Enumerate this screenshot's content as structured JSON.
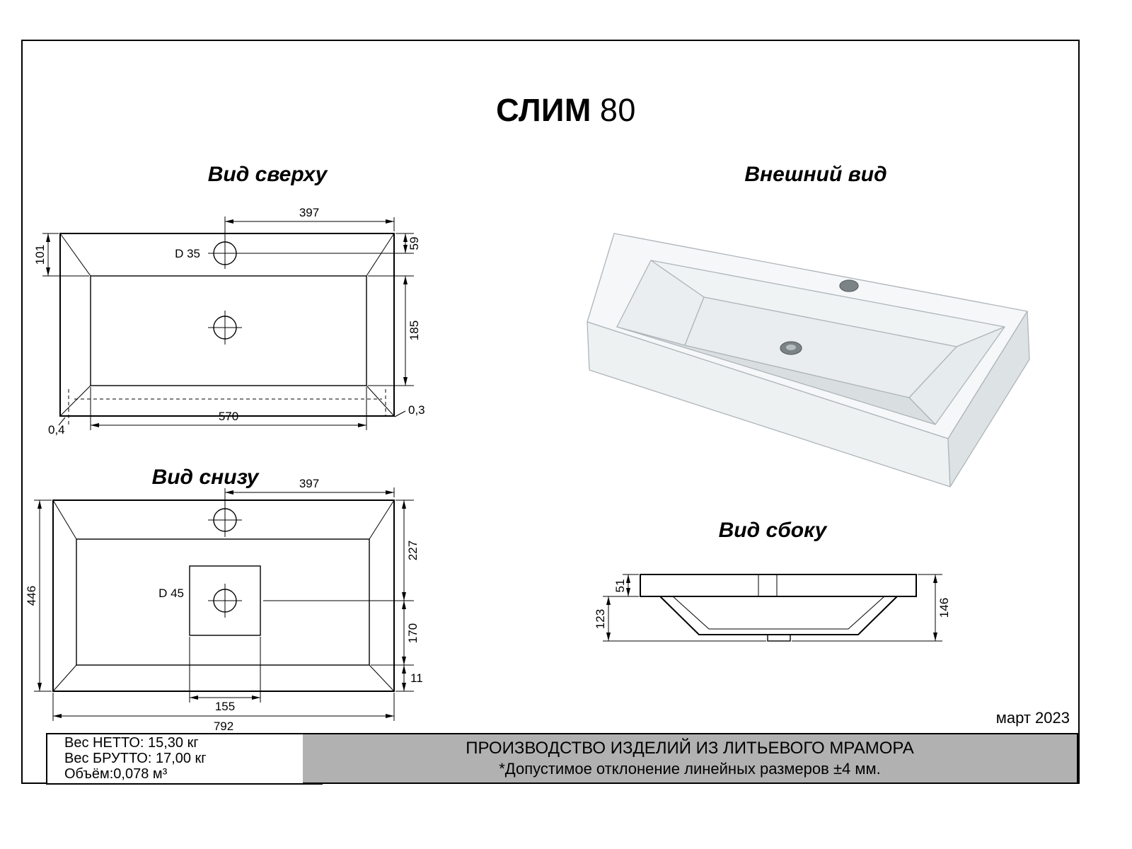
{
  "title": {
    "model": "СЛИМ",
    "size": "80"
  },
  "views": {
    "top": {
      "label": "Вид сверху",
      "dims": {
        "hole_to_edge": "397",
        "ledge_depth": "101",
        "hole_from_edge": "59",
        "hole_dia": "D 35",
        "basin_inner_depth": "185",
        "wall_right": "0,3",
        "wall_left": "0,4",
        "basin_inner_width": "570"
      }
    },
    "under": {
      "label": "Вид снизу",
      "dims": {
        "hole_to_edge": "397",
        "edge_to_drain": "227",
        "overall_depth": "446",
        "drain_dia": "D 45",
        "drain_to_inner": "170",
        "recess_width": "155",
        "bottom_lip": "11",
        "overall_width": "792"
      }
    },
    "external": {
      "label": "Внешний вид"
    },
    "side": {
      "label": "Вид сбоку",
      "dims": {
        "rim_thickness": "51",
        "bowl_depth": "123",
        "total_height": "146"
      }
    }
  },
  "footer": {
    "date": "март 2023",
    "weight_net": "Вес НЕТТО: 15,30 кг",
    "weight_gross": "Вес БРУТТО: 17,00 кг",
    "volume": "Объём:0,078 м³",
    "production_title": "ПРОИЗВОДСТВО ИЗДЕЛИЙ ИЗ ЛИТЬЕВОГО МРАМОРА",
    "tolerance_note": "*Допустимое отклонение линейных размеров ±4 мм."
  }
}
